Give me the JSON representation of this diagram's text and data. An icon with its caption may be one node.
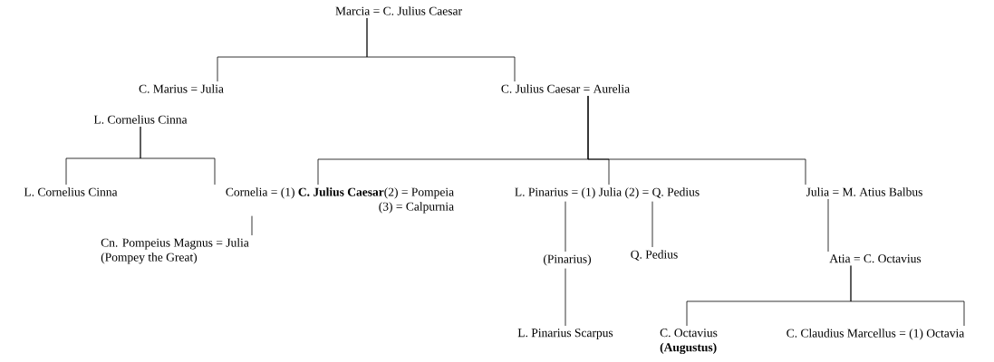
{
  "diagram": {
    "nodes": [
      {
        "text": [
          "Marcia = C. Julius Caesar"
        ]
      },
      {
        "text": [
          "C. Marius = Julia"
        ]
      },
      {
        "text": [
          "C. Julius Caesar = Aurelia"
        ]
      },
      {
        "text": [
          "L. Cornelius Cinna"
        ]
      },
      {
        "text": [
          "L. Cornelius Cinna"
        ]
      },
      {
        "text": [
          "Cornelia = (1) **C. Julius Caesar**(2) = Pompeia",
          "(3) = Calpurnia"
        ]
      },
      {
        "text": [
          "L. Pinarius = (1) Julia (2) = Q. Pedius"
        ]
      },
      {
        "text": [
          "Julia = M. Atius Balbus"
        ]
      },
      {
        "text": [
          "Cn. Pompeius Magnus = Julia",
          "(Pompey the Great)"
        ]
      },
      {
        "text": [
          "(Pinarius)"
        ]
      },
      {
        "text": [
          "Q. Pedius"
        ]
      },
      {
        "text": [
          "Atia = C. Octavius"
        ]
      },
      {
        "text": [
          "L. Pinarius Scarpus"
        ]
      },
      {
        "text": [
          "C. Octavius",
          "(Augustus)"
        ]
      },
      {
        "text": [
          "C. Claudius Marcellus = (1) Octavia"
        ]
      }
    ],
    "edges": [
      {
        "from": 0,
        "to": 1,
        "arrow": "none"
      },
      {
        "from": 0,
        "to": 2,
        "arrow": "none"
      },
      {
        "from": 3,
        "to": 4,
        "arrow": "none"
      },
      {
        "from": 3,
        "to": 5,
        "arrow": "none"
      },
      {
        "from": 2,
        "to": 5,
        "arrow": "none"
      },
      {
        "from": 2,
        "to": 6,
        "arrow": "none"
      },
      {
        "from": 2,
        "to": 7,
        "arrow": "none"
      },
      {
        "from": 5,
        "to": 8,
        "arrow": "none"
      },
      {
        "from": 6,
        "to": 9,
        "arrow": "none"
      },
      {
        "from": 6,
        "to": 10,
        "arrow": "none"
      },
      {
        "from": 9,
        "to": 12,
        "arrow": "none"
      },
      {
        "from": 7,
        "to": 11,
        "arrow": "none"
      },
      {
        "from": 11,
        "to": 13,
        "arrow": "none"
      },
      {
        "from": 11,
        "to": 14,
        "arrow": "none"
      }
    ]
  }
}
